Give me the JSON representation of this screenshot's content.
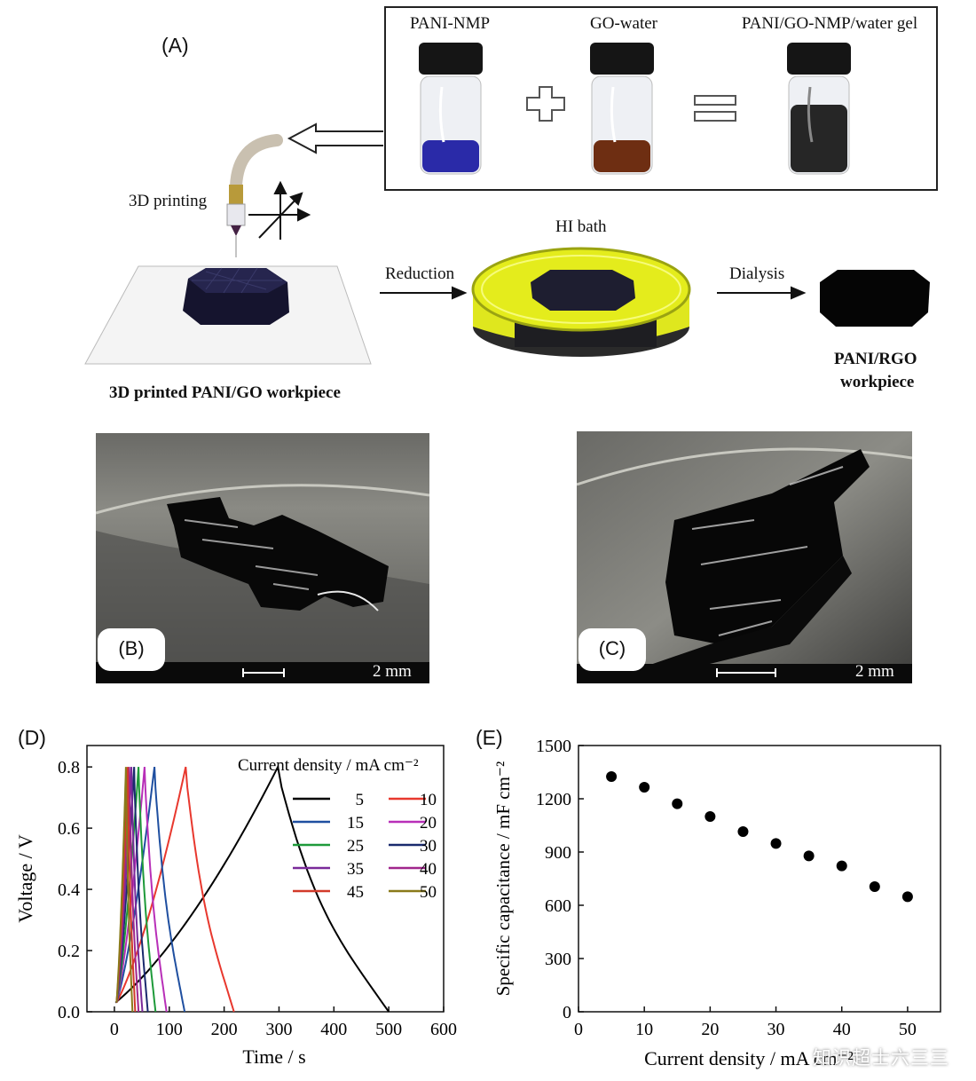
{
  "panelA": {
    "letter": "(A)",
    "vials": [
      {
        "label": "PANI-NMP",
        "liquid": "#2a2aa8"
      },
      {
        "label": "GO-water",
        "liquid": "#6e2e12"
      },
      {
        "label": "PANI/GO-NMP/water gel",
        "liquid": "#262626"
      }
    ],
    "plus_symbol": "+",
    "equals_symbol": "=",
    "printing_label": "3D printing",
    "workpiece_label": "3D printed PANI/GO workpiece",
    "reduction_label": "Reduction",
    "bath_label": "HI bath",
    "dialysis_label": "Dialysis",
    "final_label_line1": "PANI/RGO",
    "final_label_line2": "workpiece",
    "colors": {
      "bath": "#e4ec1c",
      "workpiece": "#15142e"
    }
  },
  "panelB": {
    "letter": "(B)",
    "scale": "2 mm"
  },
  "panelC": {
    "letter": "(C)",
    "scale": "2 mm"
  },
  "panelD": {
    "letter": "(D)"
  },
  "panelE": {
    "letter": "(E)"
  },
  "watermark": "知识超士六三三",
  "chart_data": [
    {
      "type": "line",
      "xlabel": "Time / s",
      "ylabel": "Voltage / V",
      "xlim": [
        -50,
        600
      ],
      "ylim": [
        0,
        0.87
      ],
      "xticks": [
        0,
        100,
        200,
        300,
        400,
        500,
        600
      ],
      "yticks": [
        0.0,
        0.2,
        0.4,
        0.6,
        0.8
      ],
      "legend_title": "Current density / mA cm⁻²",
      "legend_placement": "top-right",
      "series": [
        {
          "name": "5",
          "color": "#000000",
          "t_peak": 298,
          "t_end": 500
        },
        {
          "name": "10",
          "color": "#e8382e",
          "t_peak": 130,
          "t_end": 218
        },
        {
          "name": "15",
          "color": "#1f4fa0",
          "t_peak": 73,
          "t_end": 128
        },
        {
          "name": "20",
          "color": "#b82fb8",
          "t_peak": 55,
          "t_end": 95
        },
        {
          "name": "25",
          "color": "#1e9a3a",
          "t_peak": 44,
          "t_end": 75
        },
        {
          "name": "30",
          "color": "#1a2a6e",
          "t_peak": 36,
          "t_end": 61
        },
        {
          "name": "35",
          "color": "#7a2a9a",
          "t_peak": 31,
          "t_end": 51
        },
        {
          "name": "40",
          "color": "#a0268c",
          "t_peak": 27,
          "t_end": 44
        },
        {
          "name": "45",
          "color": "#d23a2a",
          "t_peak": 24,
          "t_end": 38
        },
        {
          "name": "50",
          "color": "#8a7a1a",
          "t_peak": 21,
          "t_end": 33
        }
      ]
    },
    {
      "type": "scatter",
      "xlabel": "Current density / mA cm⁻²",
      "ylabel": "Specific capacitance / mF cm⁻²",
      "xlim": [
        0,
        55
      ],
      "ylim": [
        0,
        1500
      ],
      "xticks": [
        0,
        10,
        20,
        30,
        40,
        50
      ],
      "yticks": [
        0,
        300,
        600,
        900,
        1200,
        1500
      ],
      "x": [
        5,
        10,
        15,
        20,
        25,
        30,
        35,
        40,
        45,
        50
      ],
      "y": [
        1325,
        1265,
        1172,
        1100,
        1015,
        948,
        878,
        822,
        705,
        648
      ]
    }
  ]
}
